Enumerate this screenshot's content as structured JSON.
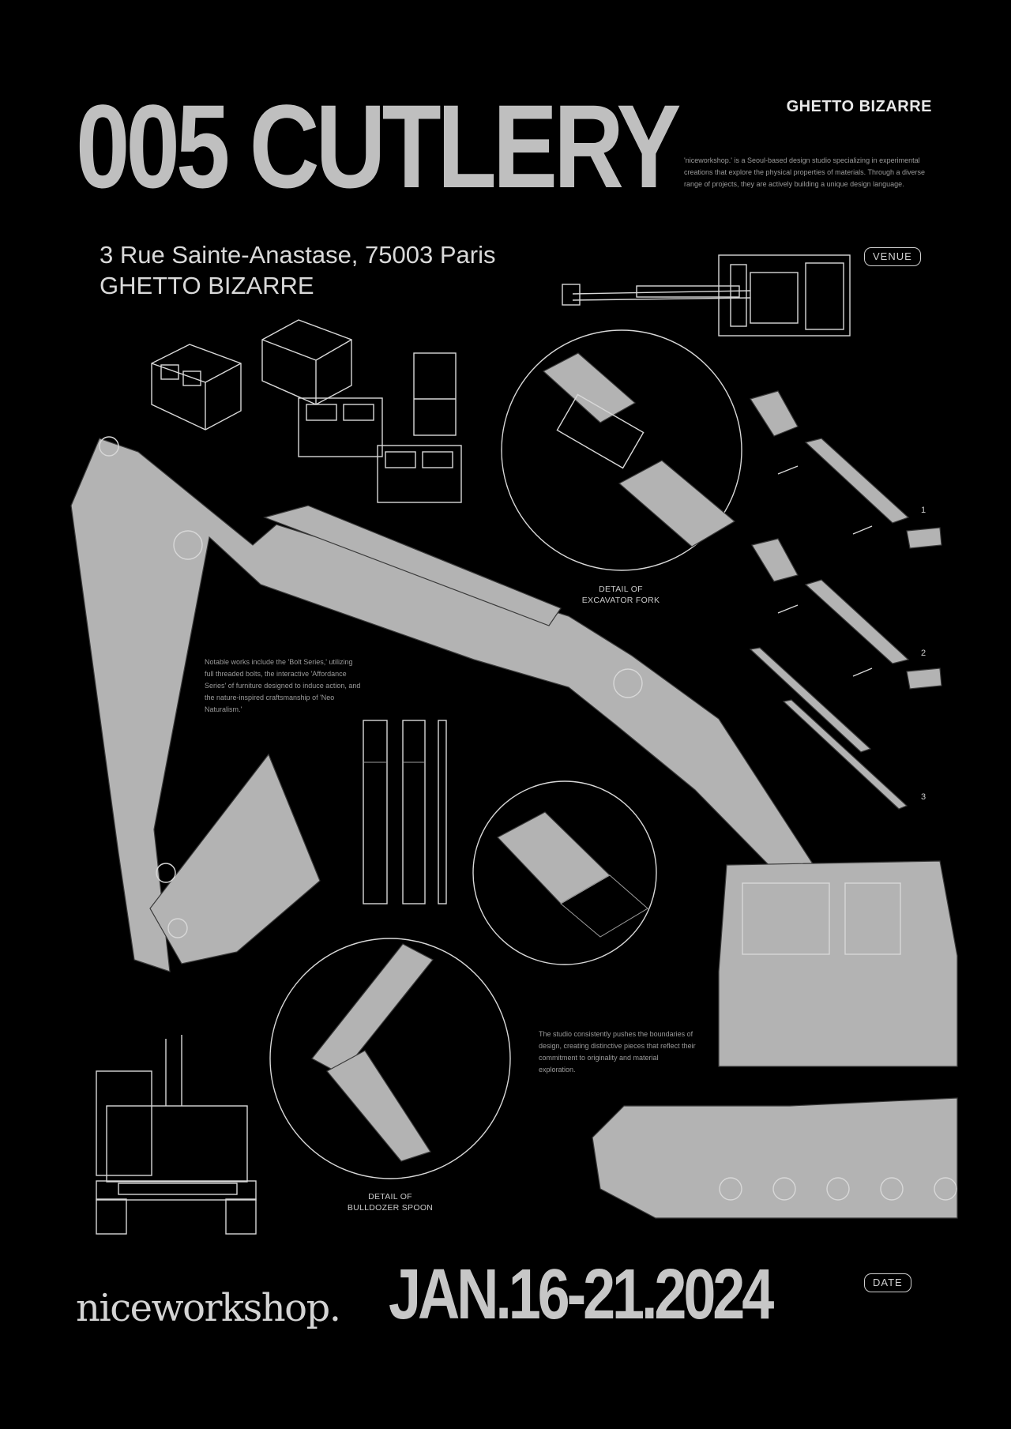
{
  "poster": {
    "title": "005 CUTLERY",
    "venue_name_top": "GHETTO BIZARRE",
    "intro": "'niceworkshop.' is a Seoul-based design studio specializing in experimental creations that explore the physical properties of materials. Through a diverse range of projects, they are actively building a unique design language.",
    "address_line1": "3 Rue Sainte-Anastase, 75003 Paris",
    "address_line2": "GHETTO BIZARRE",
    "venue_label": "VENUE",
    "note_works": "Notable works include the 'Bolt Series,' utilizing full threaded bolts, the interactive 'Affordance Series' of furniture designed to induce action, and the nature-inspired craftsmanship of 'Neo Naturalism.'",
    "note_studio": "The studio consistently pushes the boundaries of design, creating distinctive pieces that reflect their commitment to originality and material exploration.",
    "caption_fork_1": "DETAIL OF",
    "caption_fork_2": "EXCAVATOR FORK",
    "caption_spoon_1": "DETAIL OF",
    "caption_spoon_2": "BULLDOZER SPOON",
    "step_numbers": [
      "1",
      "2",
      "3"
    ],
    "brand": "niceworkshop.",
    "date": "JAN.16-21.2024",
    "date_label": "DATE"
  },
  "colors": {
    "background": "#000000",
    "ink": "#bfbfbf",
    "line": "#d8d8d8"
  },
  "illustrations": [
    "excavator",
    "excavator-fork-detail",
    "bulldozer-spoon-detail",
    "cinder-blocks",
    "excavator-top-view",
    "excavator-front-view",
    "cutlery-parts"
  ]
}
